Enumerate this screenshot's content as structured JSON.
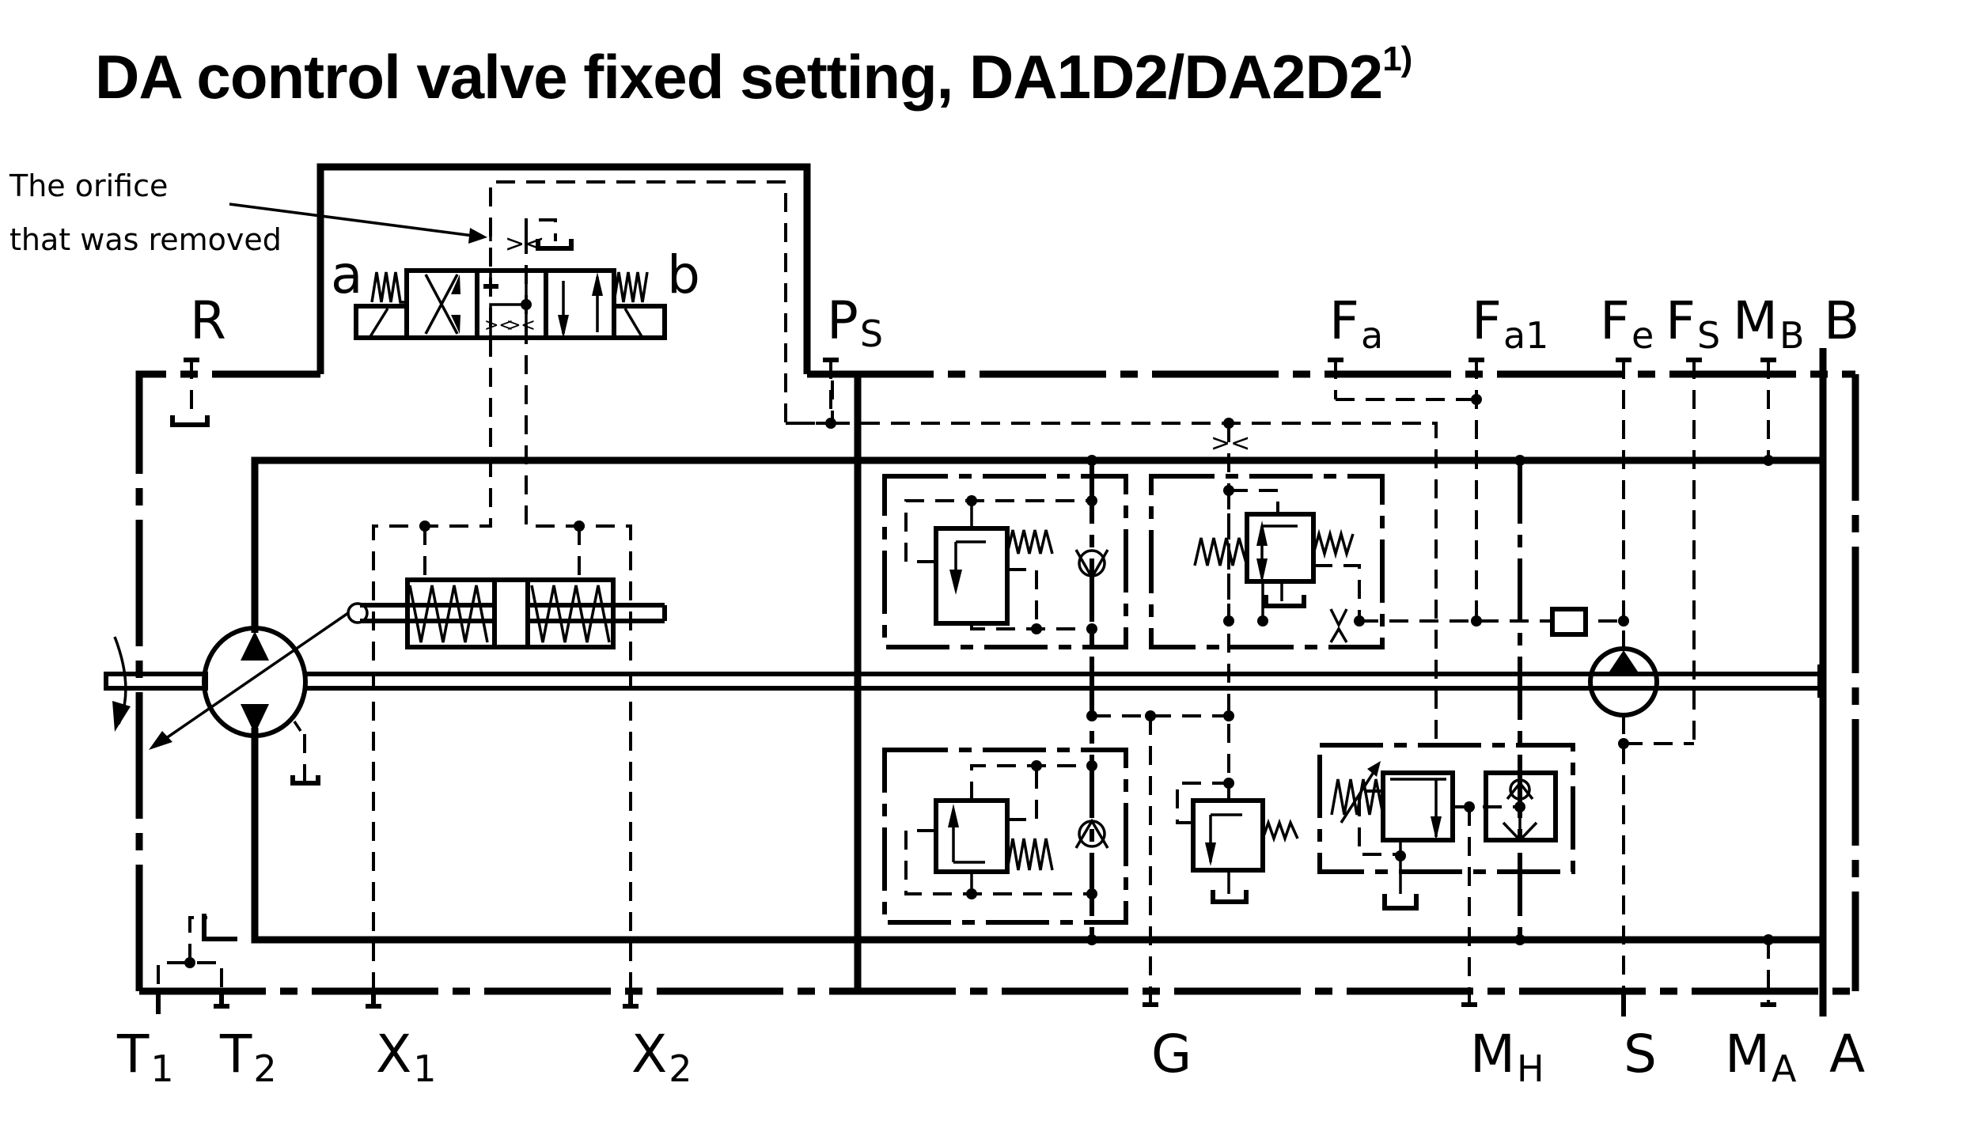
{
  "title": {
    "text": "DA control valve fixed setting, DA1D2/DA2D2",
    "footnote": "1)"
  },
  "annotation": {
    "line1": "The orifice",
    "line2": "that was removed"
  },
  "valve_labels": {
    "a": "a",
    "b": "b"
  },
  "ports_top": [
    {
      "main": "R",
      "sub": ""
    },
    {
      "main": "P",
      "sub": "S"
    },
    {
      "main": "F",
      "sub": "a"
    },
    {
      "main": "F",
      "sub": "a1"
    },
    {
      "main": "F",
      "sub": "e"
    },
    {
      "main": "F",
      "sub": "S"
    },
    {
      "main": "M",
      "sub": "B"
    },
    {
      "main": "B",
      "sub": ""
    }
  ],
  "ports_bottom": [
    {
      "main": "T",
      "sub": "1"
    },
    {
      "main": "T",
      "sub": "2"
    },
    {
      "main": "X",
      "sub": "1"
    },
    {
      "main": "X",
      "sub": "2"
    },
    {
      "main": "G",
      "sub": ""
    },
    {
      "main": "M",
      "sub": "H"
    },
    {
      "main": "S",
      "sub": ""
    },
    {
      "main": "M",
      "sub": "A"
    },
    {
      "main": "A",
      "sub": ""
    }
  ],
  "components": [
    {
      "name": "4-3 directional control valve",
      "symbol": "directional-valve-icon"
    },
    {
      "name": "Orifice (removed)",
      "symbol": "orifice-icon"
    },
    {
      "name": "Variable displacement pump",
      "symbol": "pump-icon"
    },
    {
      "name": "Stroking cylinder with springs",
      "symbol": "cylinder-icon"
    },
    {
      "name": "Pressure relief valve with check valve (B side)",
      "symbol": "relief-valve-icon"
    },
    {
      "name": "Pressure cut-off valve",
      "symbol": "cutoff-valve-icon"
    },
    {
      "name": "Pressure relief valve with check valve (A side)",
      "symbol": "relief-valve-icon"
    },
    {
      "name": "Boost pressure relief valve",
      "symbol": "boost-relief-valve-icon"
    },
    {
      "name": "Pressure reducing valve with check",
      "symbol": "reducing-valve-icon"
    },
    {
      "name": "Boost pump",
      "symbol": "boost-pump-icon"
    },
    {
      "name": "Filter",
      "symbol": "filter-icon"
    }
  ],
  "colors": {
    "line": "#000000",
    "background": "#ffffff"
  }
}
